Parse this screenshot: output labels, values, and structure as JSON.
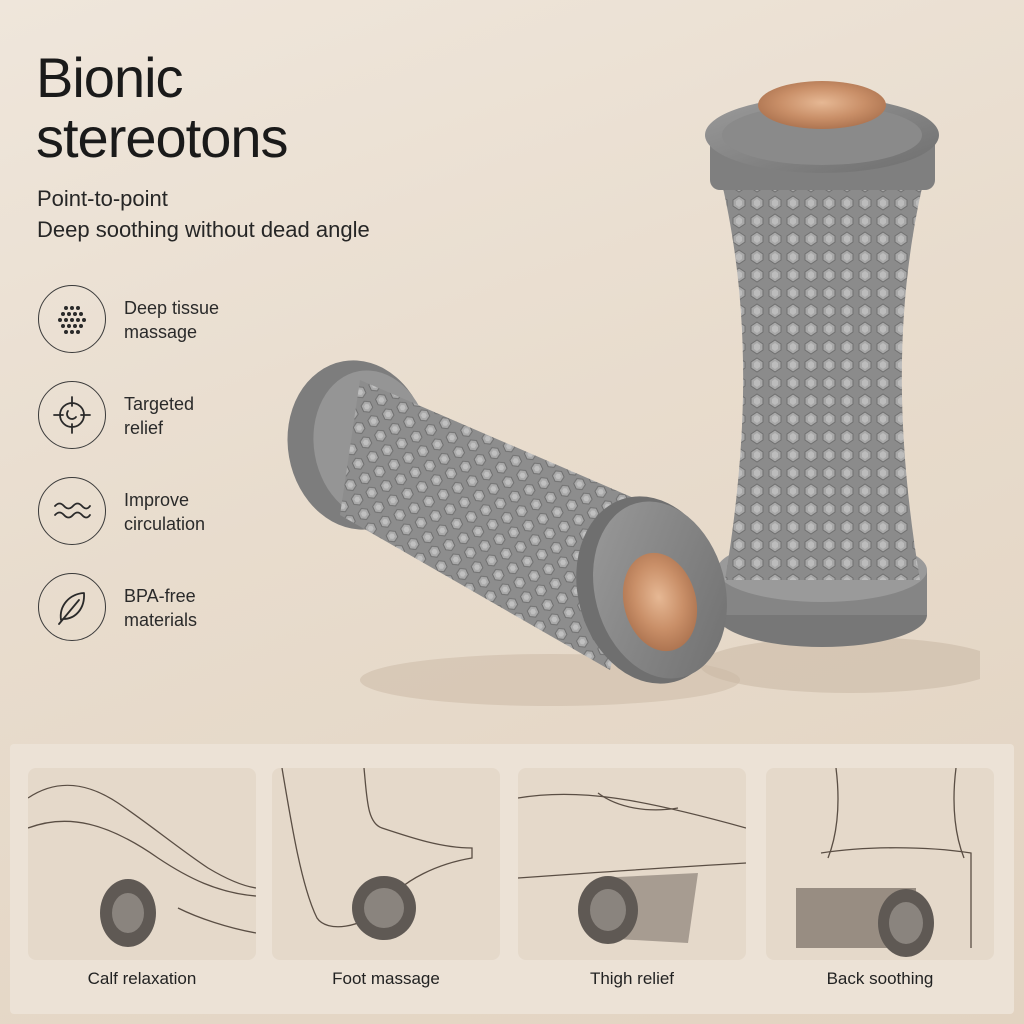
{
  "heading": {
    "line1": "Bionic",
    "line2": "stereotons"
  },
  "subheading": {
    "line1": "Point-to-point",
    "line2": "Deep soothing without dead angle"
  },
  "features": [
    {
      "icon": "dots-grid-icon",
      "line1": "Deep tissue",
      "line2": "massage"
    },
    {
      "icon": "target-icon",
      "line1": "Targeted",
      "line2": "relief"
    },
    {
      "icon": "waves-icon",
      "line1": "Improve",
      "line2": "circulation"
    },
    {
      "icon": "leaf-icon",
      "line1": "BPA-free",
      "line2": "materials"
    }
  ],
  "usage": [
    {
      "image": "calf-relaxation-illustration",
      "label": "Calf relaxation"
    },
    {
      "image": "foot-massage-illustration",
      "label": "Foot massage"
    },
    {
      "image": "thigh-relief-illustration",
      "label": "Thigh relief"
    },
    {
      "image": "back-soothing-illustration",
      "label": "Back soothing"
    }
  ],
  "colors": {
    "background": "#e8dccd",
    "roller_gray": "#8a8a8a",
    "copper": "#c98f68",
    "text": "#1c1c1c"
  }
}
